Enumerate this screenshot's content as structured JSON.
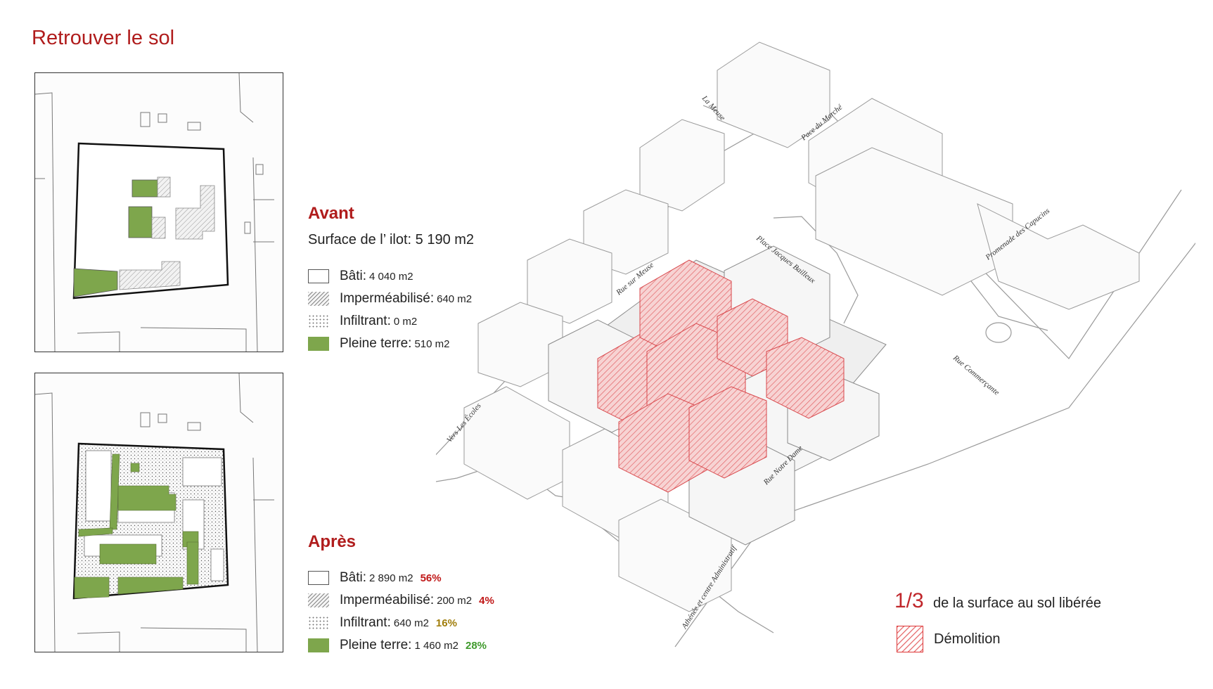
{
  "title": "Retrouver le sol",
  "avant": {
    "heading": "Avant",
    "surface": "Surface de l’ ilot:  5 190 m2",
    "legend": [
      {
        "label": "Bâti:",
        "value": "4 040 m2"
      },
      {
        "label": "Imperméabilisé:",
        "value": "640 m2"
      },
      {
        "label": "Infiltrant:",
        "value": "0 m2"
      },
      {
        "label": "Pleine terre:",
        "value": "510 m2"
      }
    ]
  },
  "apres": {
    "heading": "Après",
    "legend": [
      {
        "label": "Bâti:",
        "value": "2 890 m2",
        "pct": "56%"
      },
      {
        "label": "Imperméabilisé:",
        "value": "200 m2",
        "pct": "4%"
      },
      {
        "label": "Infiltrant:",
        "value": "640 m2",
        "pct": "16%"
      },
      {
        "label": "Pleine terre:",
        "value": "1 460 m2",
        "pct": "28%"
      }
    ]
  },
  "summary": {
    "fraction": "1/3",
    "text": "de la surface au sol libérée",
    "demolition_label": "Démolition"
  },
  "streets": {
    "meuse": "La Meuse",
    "marche": "Pace du Marché",
    "jacques": "Place Jacques Bailleux",
    "rue_meuse": "Rue sur Meuse",
    "capucins": "Promenade des Capucins",
    "commercante": "Rue Commerçante",
    "ecoles": "Vers Les Écoles",
    "notre_dame": "Rue Notre Dame",
    "athenee": "Athénée et centre Administratif"
  },
  "colors": {
    "accent": "#b01c1c",
    "pleine_terre": "#7ea64c",
    "demolition": "#e8797b",
    "building_line": "#9a9a9a"
  }
}
